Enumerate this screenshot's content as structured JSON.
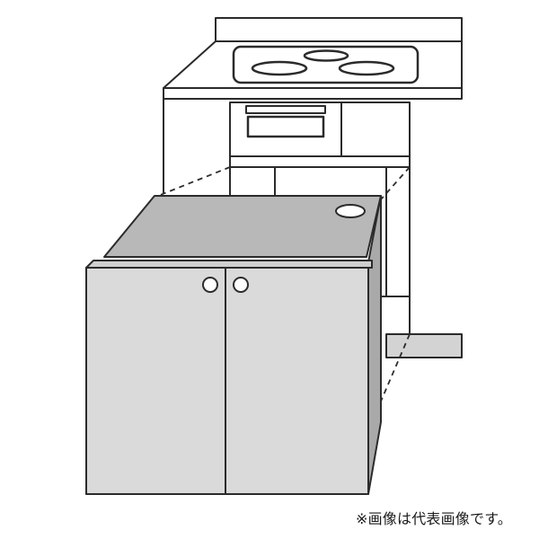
{
  "caption": "※画像は代表画像です。",
  "colors": {
    "line": "#2b2b2b",
    "cabinet_top": "#b8b8b8",
    "cabinet_front": "#dadada",
    "cabinet_side": "#a9a9a9",
    "floor_strip": "#d3d3d3",
    "background": "#ffffff"
  },
  "parts": [
    "kitchen-counter",
    "cooktop",
    "grill-drawer",
    "under-sink-cabinet",
    "cabinet-door-left",
    "cabinet-door-right",
    "door-knob-left",
    "door-knob-right",
    "top-pipe-hole"
  ]
}
